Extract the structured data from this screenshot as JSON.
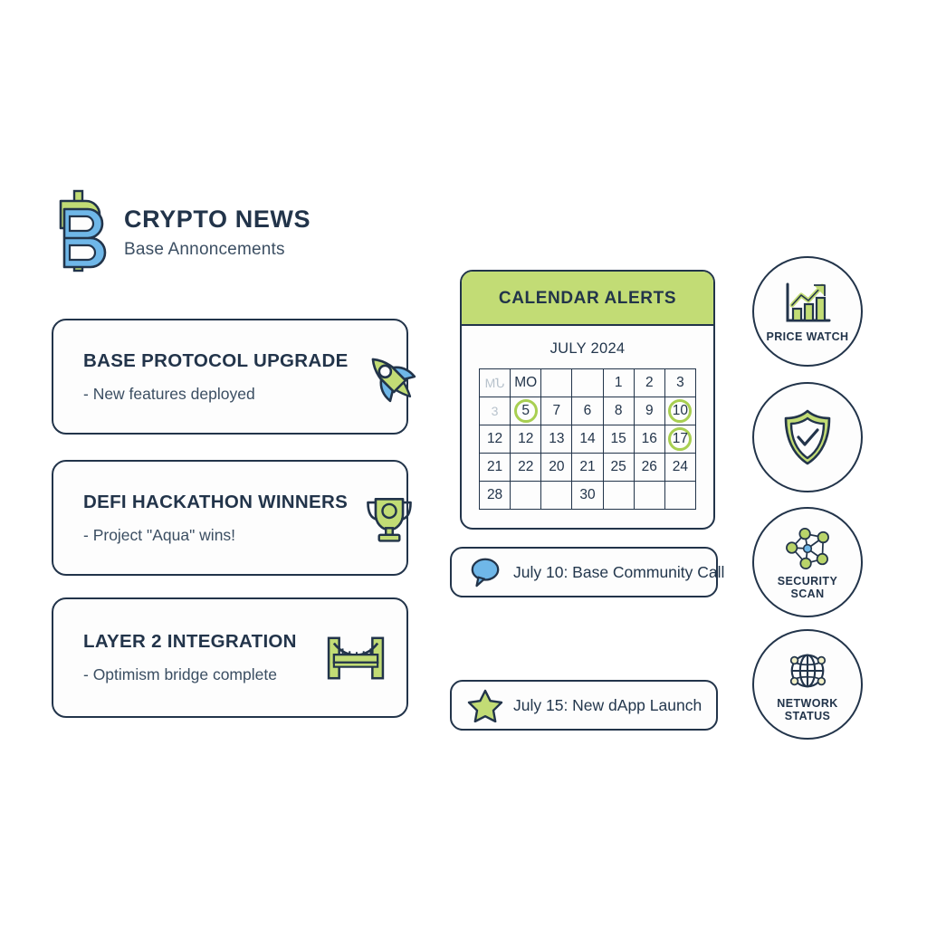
{
  "brand": {
    "logo_icon": "base-bitcoin-b-logo",
    "title": "CRYPTO NEWS",
    "subtitle": "Base Annoncements"
  },
  "news": {
    "cards": [
      {
        "title": "BASE PROTOCOL UPGRADE",
        "desc": "- New features deployed",
        "icon": "rocket-icon"
      },
      {
        "title": "DEFI HACKATHON WINNERS",
        "desc": "- Project \"Aqua\" wins!",
        "icon": "trophy-icon"
      },
      {
        "title": "LAYER 2 INTEGRATION",
        "desc": "- Optimism bridge complete",
        "icon": "bridge-icon"
      }
    ]
  },
  "calendar": {
    "header": "CALENDAR ALERTS",
    "month": "JULY 2024",
    "rows": [
      [
        {
          "t": "MՆ",
          "faint": true
        },
        {
          "t": "MO",
          "faint": false
        },
        {
          "t": "",
          "faint": false
        },
        {
          "t": "",
          "faint": false
        },
        {
          "t": "1",
          "faint": false
        },
        {
          "t": "2",
          "faint": false
        },
        {
          "t": "3",
          "faint": false
        }
      ],
      [
        {
          "t": "3",
          "faint": true
        },
        {
          "t": "5",
          "faint": false,
          "hl": true
        },
        {
          "t": "7",
          "faint": false
        },
        {
          "t": "6",
          "faint": false
        },
        {
          "t": "8",
          "faint": false
        },
        {
          "t": "9",
          "faint": false
        },
        {
          "t": "10",
          "faint": false,
          "hl": true
        }
      ],
      [
        {
          "t": "12",
          "faint": false
        },
        {
          "t": "12",
          "faint": false
        },
        {
          "t": "13",
          "faint": false
        },
        {
          "t": "14",
          "faint": false
        },
        {
          "t": "15",
          "faint": false
        },
        {
          "t": "16",
          "faint": false
        },
        {
          "t": "17",
          "faint": false,
          "hl": true
        }
      ],
      [
        {
          "t": "21",
          "faint": false
        },
        {
          "t": "22",
          "faint": false
        },
        {
          "t": "20",
          "faint": false
        },
        {
          "t": "21",
          "faint": false
        },
        {
          "t": "25",
          "faint": false
        },
        {
          "t": "26",
          "faint": false
        },
        {
          "t": "24",
          "faint": false
        }
      ],
      [
        {
          "t": "28",
          "faint": false
        },
        {
          "t": "",
          "faint": false
        },
        {
          "t": "",
          "faint": false
        },
        {
          "t": "30",
          "faint": false
        },
        {
          "t": "",
          "faint": false
        },
        {
          "t": "",
          "faint": false
        },
        {
          "t": "",
          "faint": false
        }
      ]
    ]
  },
  "events": [
    {
      "label": "July 10: Base Community Call",
      "icon": "speech-bubble-icon"
    },
    {
      "label": "July 15: New dApp Launch",
      "icon": "star-icon"
    }
  ],
  "status_badges": [
    {
      "label": "PRICE WATCH",
      "icon": "bar-chart-growth-icon"
    },
    {
      "label": "",
      "icon": "shield-check-icon"
    },
    {
      "label": "SECURITY\nSCAN",
      "icon": "network-nodes-icon"
    },
    {
      "label": "NETWORK\nSTATUS",
      "icon": "globe-icon"
    }
  ],
  "colors": {
    "ink": "#22344a",
    "accent_green": "#c2dc75",
    "accent_green_dark": "#a8cf51",
    "accent_blue": "#6fb7e8",
    "background": "#ffffff",
    "faint_text": "#b7c2cc"
  }
}
